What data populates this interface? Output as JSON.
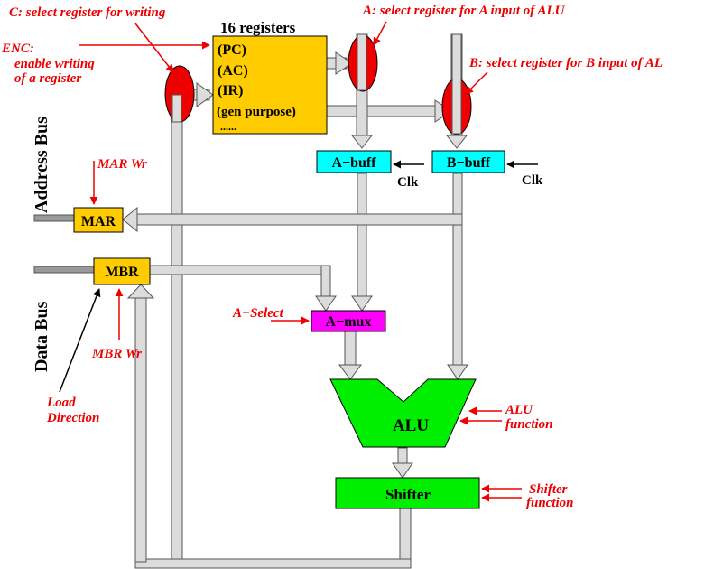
{
  "registers": {
    "title": "16 registers",
    "items": [
      "(PC)",
      "(AC)",
      "(IR)",
      "(gen purpose)"
    ],
    "more": "......"
  },
  "blocks": {
    "a_buff": "A−buff",
    "b_buff": "B−buff",
    "mar": "MAR",
    "mbr": "MBR",
    "a_mux": "A−mux",
    "alu": "ALU",
    "shifter": "Shifter"
  },
  "buses": {
    "address": "Address Bus",
    "data": "Data Bus"
  },
  "clocks": {
    "a": "Clk",
    "b": "Clk"
  },
  "annotations": {
    "c_select": "C: select register for writing",
    "enc_line1": "ENC:",
    "enc_line2": "enable writing",
    "enc_line3": "of a register",
    "a_select_reg": "A: select register for A input of ALU",
    "b_select_reg": "B: select register for B input of AL",
    "mar_wr": "MAR Wr",
    "mbr_wr": "MBR Wr",
    "a_select": "A−Select",
    "load_line1": "Load",
    "load_line2": "Direction",
    "alu_func_line1": "ALU",
    "alu_func_line2": "function",
    "shifter_func_line1": "Shifter",
    "shifter_func_line2": "function"
  },
  "colors": {
    "register_file": "#ffcc00",
    "buffers": "#00ffff",
    "mux": "#ff00ff",
    "alu": "#00ee00",
    "shifter": "#00ee00",
    "bus": "#dcdcdc",
    "selector": "#ee0000",
    "annotation": "#ee0000"
  }
}
